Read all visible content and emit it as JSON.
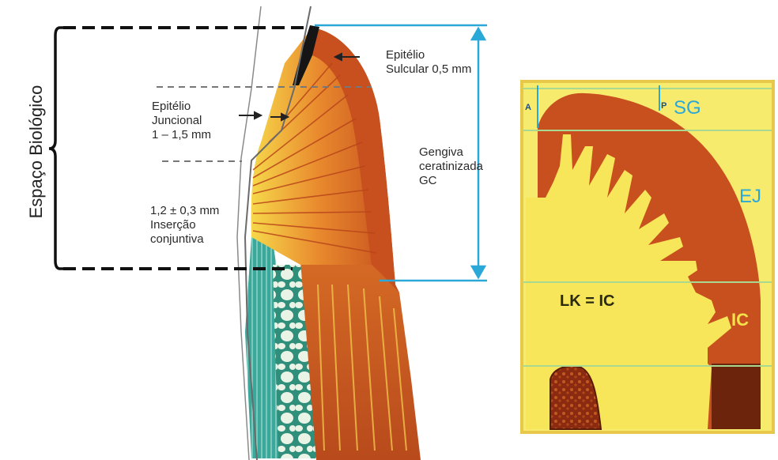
{
  "left_diagram": {
    "side_label": "Espaço Biológico",
    "labels": {
      "sulcular": [
        "Epitélio",
        "Sulcular 0,5 mm"
      ],
      "junctional": [
        "Epitélio",
        "Juncional",
        "1 – 1,5 mm"
      ],
      "connective": [
        "1,2 ± 0,3 mm",
        "Inserção",
        "conjuntiva"
      ],
      "gingiva": [
        "Gengiva",
        "ceratinizada",
        "GC"
      ]
    }
  },
  "right_diagram": {
    "labels": {
      "a": "A",
      "p": "P",
      "sg": "SG",
      "ej": "EJ",
      "lk_ic": "LK = IC",
      "ic": "IC"
    }
  },
  "colors": {
    "tissue_red": "#c8501e",
    "tissue_yellow": "#f4d545",
    "tooth_teal": "#3aa89a",
    "blue_guides": "#2aa8d8",
    "right_border": "#e8c84a",
    "right_bg_yellow": "#f7eb6e"
  }
}
